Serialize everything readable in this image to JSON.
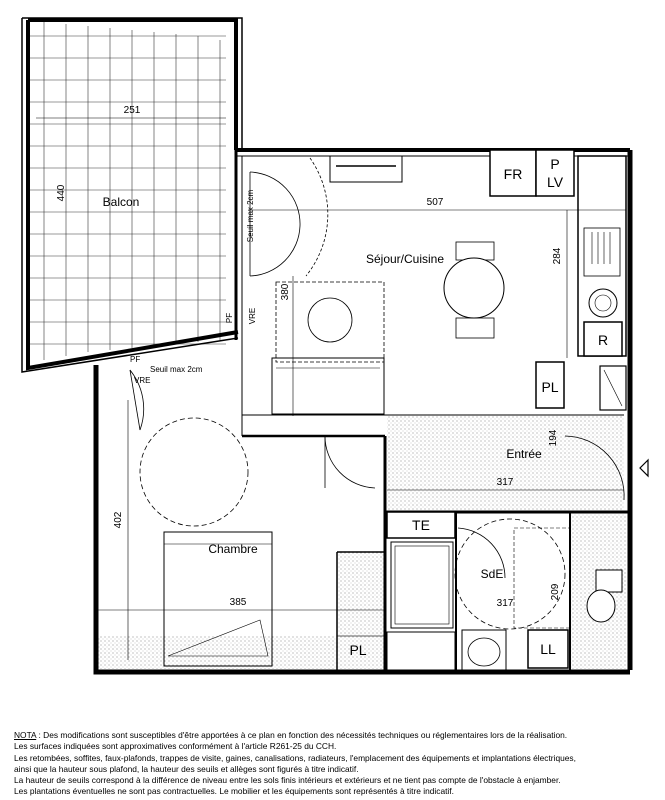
{
  "rooms": {
    "balcon": "Balcon",
    "sejour": "Séjour/Cuisine",
    "chambre": "Chambre",
    "entree": "Entrée",
    "sde": "SdE"
  },
  "dimensions": {
    "balcon_width": "251",
    "balcon_depth": "440",
    "sejour_width": "507",
    "sejour_depth": "284",
    "sejour_inner": "380",
    "entree_depth": "194",
    "entree_width": "317",
    "sde_width": "317",
    "sde_depth": "209",
    "chambre_width": "385",
    "chambre_depth": "402"
  },
  "fixtures": {
    "fr": "FR",
    "lv_p": "P",
    "lv": "LV",
    "r": "R",
    "pl": "PL",
    "te": "TE",
    "ll": "LL"
  },
  "annotations": {
    "seuil1": "Seuil max 2cm",
    "seuil2": "Seuil max 2cm",
    "pf1": "PF",
    "vre1": "VRE",
    "pf2": "PF",
    "vre2": "VRE"
  },
  "note": {
    "label": "NOTA",
    "line1": " : Des modifications sont susceptibles d'être apportées à ce plan en fonction des nécessités techniques ou réglementaires lors de la réalisation.",
    "line2": "Les surfaces indiquées sont approximatives conformément à l'article R261-25 du CCH.",
    "line3": "Les retombées, soffites, faux-plafonds, trappes de visite, gaines, canalisations, radiateurs, l'emplacement des équipements et implantations électriques,",
    "line4": "ainsi que la hauteur sous plafond, la hauteur des seuils et allèges sont figurés à titre indicatif.",
    "line5": "La hauteur de seuils correspond à la différence de niveau entre les sols finis intérieurs et extérieurs et ne tient pas compte de l'obstacle à enjamber.",
    "line6": "Les plantations éventuelles ne sont pas contractuelles. Le mobilier et les équipements sont représentés à titre indicatif."
  }
}
